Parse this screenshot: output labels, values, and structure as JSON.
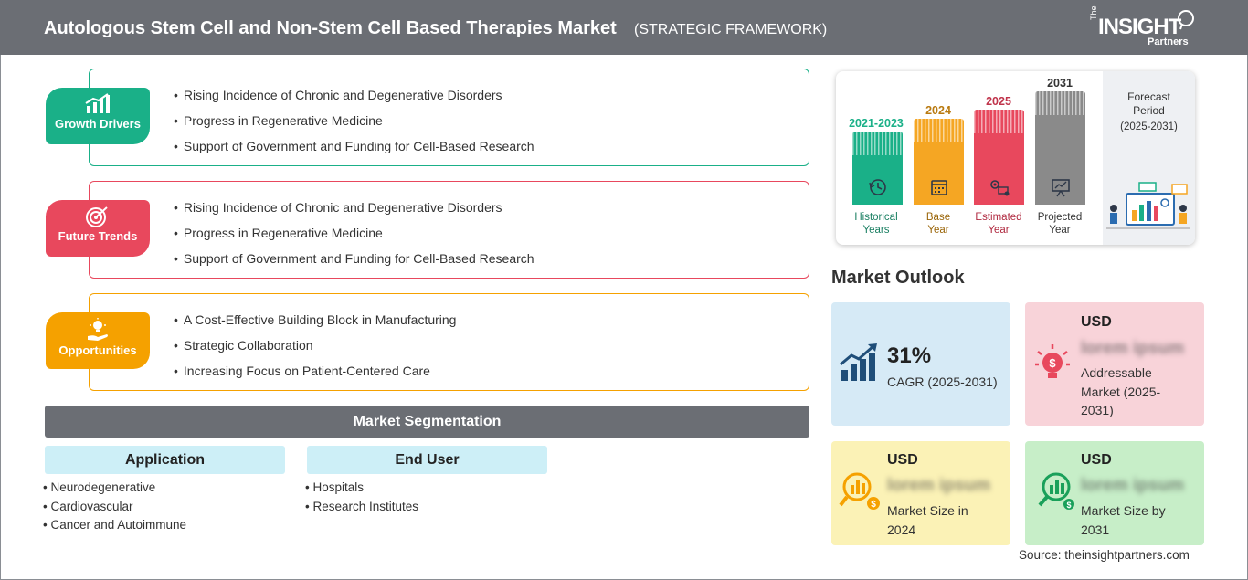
{
  "header": {
    "title": "Autologous Stem Cell and Non-Stem Cell Based Therapies Market",
    "subtitle": "(STRATEGIC FRAMEWORK)",
    "logo_the": "The",
    "logo_insight": "INSIGHT",
    "logo_partners": "Partners"
  },
  "framework": {
    "growth_drivers": {
      "label": "Growth Drivers",
      "color": "#1ab088",
      "items": [
        "Rising Incidence of Chronic and Degenerative Disorders",
        "Progress in Regenerative Medicine",
        "Support of Government and Funding for Cell-Based Research"
      ]
    },
    "future_trends": {
      "label": "Future Trends",
      "color": "#e8485d",
      "items": [
        "Rising Incidence of Chronic and Degenerative Disorders",
        "Progress in Regenerative Medicine",
        "Support of Government and Funding for Cell-Based Research"
      ]
    },
    "opportunities": {
      "label": "Opportunities",
      "color": "#f5a100",
      "items": [
        "A Cost-Effective Building Block in Manufacturing",
        "Strategic Collaboration",
        "Increasing Focus on Patient-Centered Care"
      ]
    }
  },
  "segmentation": {
    "title": "Market Segmentation",
    "application": {
      "heading": "Application",
      "items": [
        "Neurodegenerative",
        "Cardiovascular",
        "Cancer and Autoimmune"
      ]
    },
    "end_user": {
      "heading": "End User",
      "items": [
        "Hospitals",
        "Research Institutes"
      ]
    }
  },
  "timeline": {
    "historical": {
      "year": "2021-2023",
      "caption_1": "Historical",
      "caption_2": "Years",
      "color": "#1ab088"
    },
    "base": {
      "year": "2024",
      "caption_1": "Base",
      "caption_2": "Year",
      "color": "#f5a623"
    },
    "estimated": {
      "year": "2025",
      "caption_1": "Estimated",
      "caption_2": "Year",
      "color": "#e8485d"
    },
    "projected": {
      "year": "2031",
      "caption_1": "Projected",
      "caption_2": "Year",
      "color": "#8a8a8a"
    },
    "forecast_title_1": "Forecast",
    "forecast_title_2": "Period",
    "forecast_range": "(2025-2031)"
  },
  "market_outlook": {
    "title": "Market Outlook",
    "cagr": {
      "value": "31%",
      "label": "CAGR (2025-2031)",
      "bg": "#d6eaf6"
    },
    "addressable": {
      "currency": "USD",
      "value": "lorem ipsum",
      "label_1": "Addressable",
      "label_2": "Market (2025-",
      "label_3": "2031)",
      "bg": "#f8d3d9"
    },
    "size_2024": {
      "currency": "USD",
      "value": "lorem ipsum",
      "label_1": "Market Size in",
      "label_2": "2024",
      "bg": "#fbf2b6"
    },
    "size_2031": {
      "currency": "USD",
      "value": "lorem ipsum",
      "label_1": "Market Size by",
      "label_2": "2031",
      "bg": "#c7eec8"
    }
  },
  "source": "Source: theinsightpartners.com"
}
